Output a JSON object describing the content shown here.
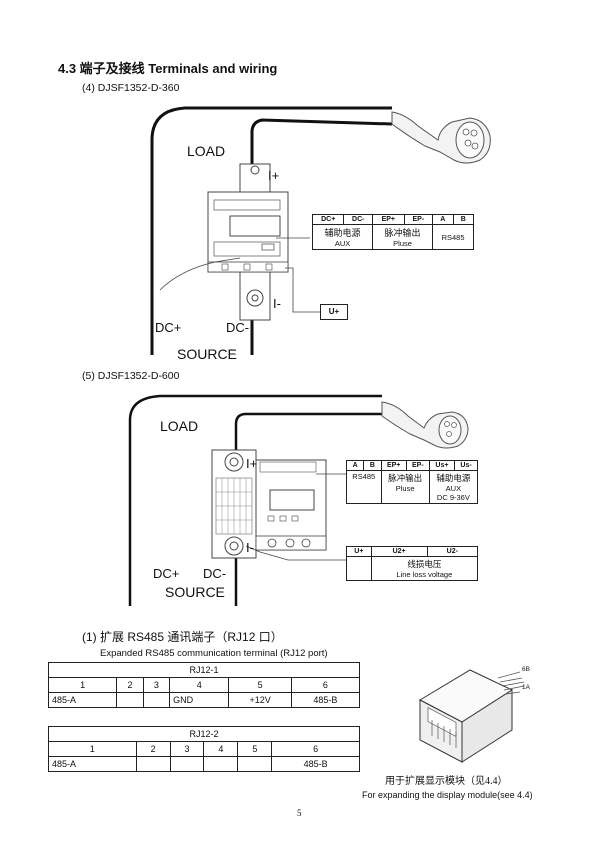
{
  "section_title": "4.3 端子及接线 Terminals and wiring",
  "diagram1": {
    "subtitle": "(4) DJSF1352-D-360",
    "load_label": "LOAD",
    "i_plus": "I+",
    "i_minus": "I-",
    "dc_plus": "DC+",
    "dc_minus": "DC-",
    "source_label": "SOURCE",
    "u_plus_box": "U+",
    "terminal_headers": [
      "DC+",
      "DC-",
      "EP+",
      "EP-",
      "A",
      "B"
    ],
    "terminal_desc": [
      {
        "cn": "辅助电源",
        "en": "AUX"
      },
      {
        "cn": "脉冲输出",
        "en": "Pluse"
      },
      {
        "cn": "RS485",
        "en": ""
      }
    ]
  },
  "diagram2": {
    "subtitle": "(5) DJSF1352-D-600",
    "load_label": "LOAD",
    "i_plus": "I+",
    "i_minus": "I-",
    "dc_plus": "DC+",
    "dc_minus": "DC-",
    "source_label": "SOURCE",
    "terminal_headers": [
      "A",
      "B",
      "EP+",
      "EP-",
      "Us+",
      "Us-"
    ],
    "terminal_desc": [
      {
        "cn": "RS485",
        "en": ""
      },
      {
        "cn": "脉冲输出",
        "en": "Pluse"
      },
      {
        "cn": "辅助电源",
        "en": "AUX",
        "extra": "DC 9-36V"
      }
    ],
    "voltage_headers": [
      "U+",
      "U2+",
      "U2-"
    ],
    "voltage_desc": {
      "cn": "线损电压",
      "en": "Line loss voltage"
    }
  },
  "rs485_section": {
    "heading": "(1) 扩展 RS485 通讯端子（RJ12 口）",
    "caption": "Expanded RS485 communication terminal (RJ12 port)",
    "rj12_1": {
      "title": "RJ12-1",
      "pins": [
        "1",
        "2",
        "3",
        "4",
        "5",
        "6"
      ],
      "values": [
        "485-A",
        "",
        "",
        "GND",
        "+12V",
        "485-B"
      ]
    },
    "rj12_2": {
      "title": "RJ12-2",
      "pins": [
        "1",
        "2",
        "3",
        "4",
        "5",
        "6"
      ],
      "values": [
        "485-A",
        "",
        "",
        "",
        "",
        "485-B"
      ]
    },
    "connector_pin_6b": "6B",
    "connector_pin_1a": "1A",
    "display_caption_cn": "用于扩展显示模块（见4.4）",
    "display_caption_en": "For expanding the display module(see 4.4)"
  },
  "page_number": "5"
}
